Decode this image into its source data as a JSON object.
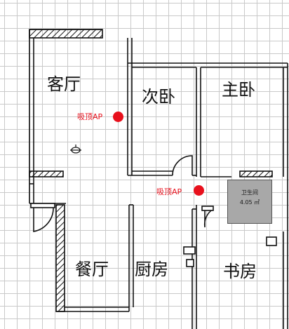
{
  "rooms": {
    "living_room": "客厅",
    "second_bedroom": "次卧",
    "master_bedroom": "主卧",
    "dining_room": "餐厅",
    "kitchen": "厨房",
    "study": "书房"
  },
  "bathroom": {
    "name": "卫生间",
    "area": "4.05 ㎡"
  },
  "access_points": [
    {
      "label": "吸顶AP",
      "color": "#e8101c"
    },
    {
      "label": "吸顶AP",
      "color": "#e8101c"
    }
  ],
  "colors": {
    "wall": "#111111",
    "grid": "#c9c9c9",
    "ap": "#e8101c",
    "bathroom_fill": "#a8a8a8"
  }
}
